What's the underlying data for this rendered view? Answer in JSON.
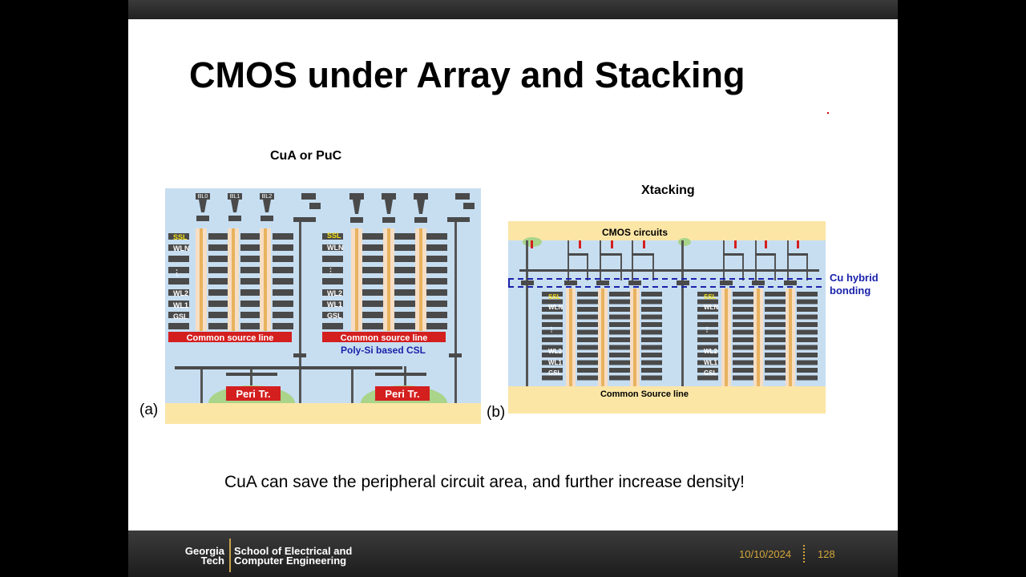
{
  "slide": {
    "title": "CMOS under Array and Stacking",
    "caption": "CuA can save the peripheral circuit area, and further increase density!"
  },
  "panel_a": {
    "heading": "CuA or PuC",
    "tag": "(a)",
    "bitlines": [
      "BL0",
      "BL1",
      "BL2"
    ],
    "layer_labels": [
      "SSL",
      "WLN",
      "⋮",
      "WL2",
      "WL1",
      "GSL"
    ],
    "csl_label": "Common source line",
    "polysi_label": "Poly-Si based CSL",
    "peri_label": "Peri Tr."
  },
  "panel_b": {
    "heading": "Xtacking",
    "tag": "(b)",
    "cmos_label": "CMOS circuits",
    "layer_labels": [
      "SSL",
      "WLN",
      "⋮",
      "WL2",
      "WL1",
      "GSL"
    ],
    "csl_label": "Common Source line",
    "bonding_label_1": "Cu hybrid",
    "bonding_label_2": "bonding"
  },
  "footer": {
    "logo_line1": "Georgia",
    "logo_line2": "Tech",
    "school_line1": "School of Electrical and",
    "school_line2": "Computer Engineering",
    "date": "10/10/2024",
    "page": "128"
  },
  "colors": {
    "panel_bg": "#c7def1",
    "substrate": "#fbe6a6",
    "csl_red": "#d41f1f",
    "peri_green": "#a9d48a",
    "gate_gray": "#4a4a4a",
    "bonding_blue": "#1a22aa",
    "ssl_yellow": "#f4e017",
    "channel": "#f6ddc3"
  }
}
